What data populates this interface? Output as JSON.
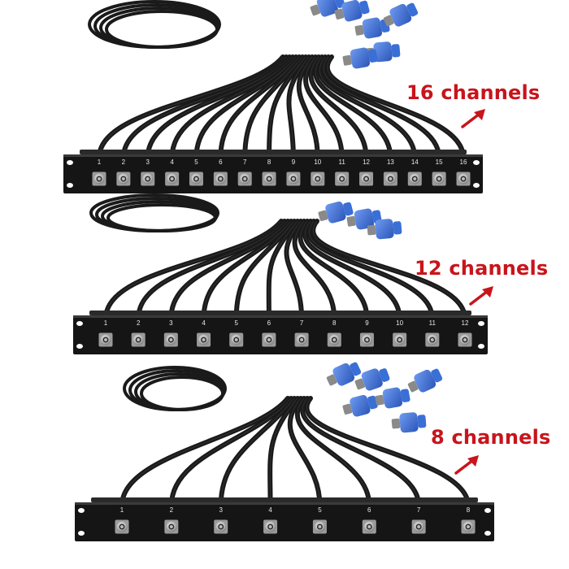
{
  "labels": {
    "ch16": "16 channels",
    "ch12": "12 channels",
    "ch8": "8 channels"
  },
  "panels": [
    {
      "name": "panel-16",
      "numbers": [
        "1",
        "2",
        "3",
        "4",
        "5",
        "6",
        "7",
        "8",
        "9",
        "10",
        "11",
        "12",
        "13",
        "14",
        "15",
        "16"
      ]
    },
    {
      "name": "panel-12",
      "numbers": [
        "1",
        "2",
        "3",
        "4",
        "5",
        "6",
        "7",
        "8",
        "9",
        "10",
        "11",
        "12"
      ]
    },
    {
      "name": "panel-8",
      "numbers": [
        "1",
        "2",
        "3",
        "4",
        "5",
        "6",
        "7",
        "8"
      ]
    }
  ],
  "colors": {
    "label": "#c8141c",
    "panel": "#151515",
    "cable": "#1a1a1a",
    "connector_blue": "#3a6fd6",
    "xlr_metal": "#cfcfcf"
  }
}
